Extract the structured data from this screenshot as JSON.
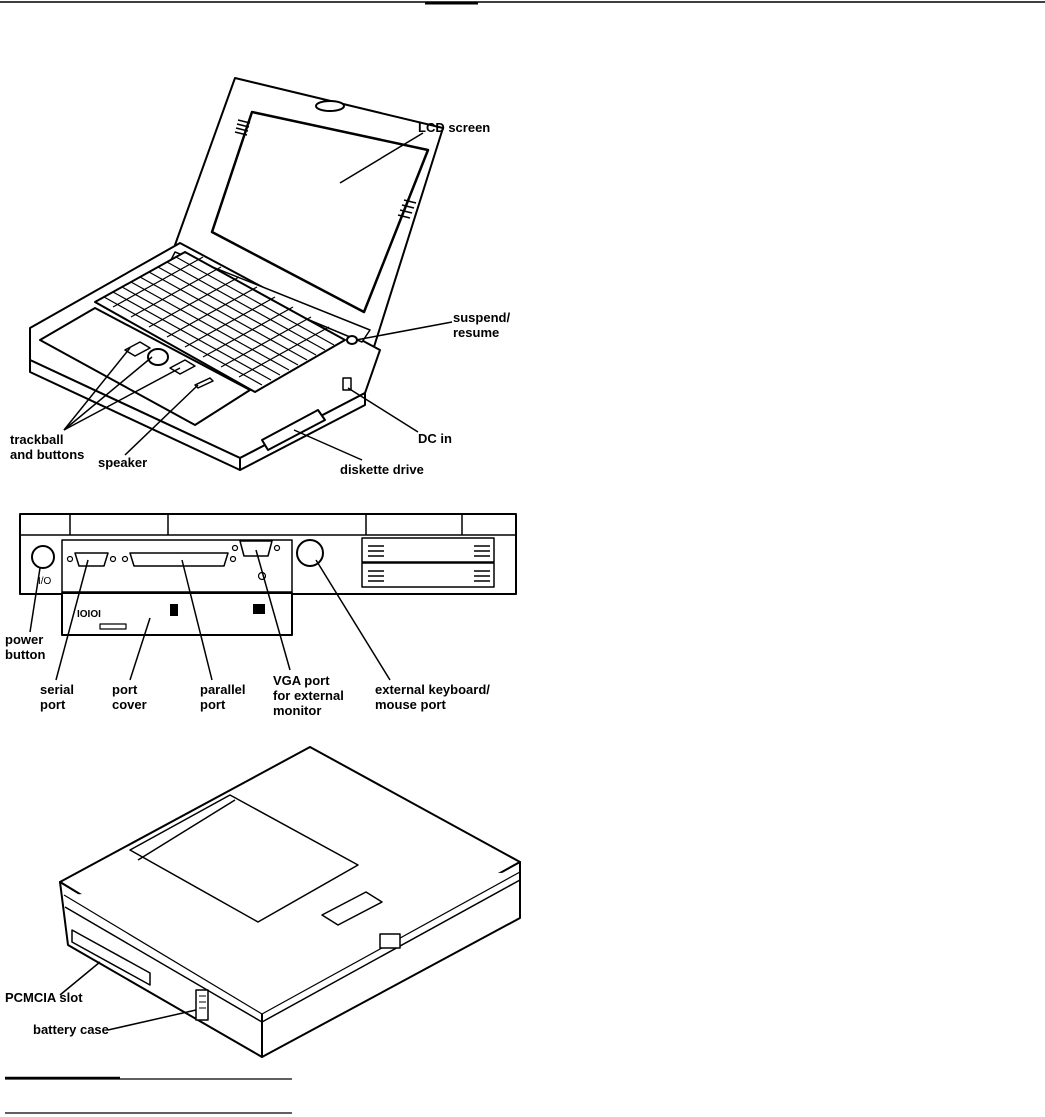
{
  "figure_top": {
    "labels": {
      "lcd_screen": "LCD screen",
      "suspend_resume": [
        "suspend/",
        "resume"
      ],
      "trackball_buttons": [
        "trackball",
        "and buttons"
      ],
      "speaker": "speaker",
      "dc_in": "DC in",
      "diskette_drive": "diskette drive"
    }
  },
  "figure_middle": {
    "labels": {
      "power_button": [
        "power",
        "button"
      ],
      "serial_port": [
        "serial",
        "port"
      ],
      "port_cover": [
        "port",
        "cover"
      ],
      "parallel_port": [
        "parallel",
        "port"
      ],
      "vga_port": [
        "VGA port",
        "for external",
        "monitor"
      ],
      "keyboard_mouse_port": [
        "external keyboard/",
        "mouse port"
      ]
    },
    "port_cover_glyph": "IOIOI"
  },
  "figure_bottom": {
    "labels": {
      "pcmcia_slot": "PCMCIA slot",
      "battery_case": "battery case"
    }
  },
  "colors": {
    "ink": "#000000",
    "paper": "#ffffff"
  }
}
